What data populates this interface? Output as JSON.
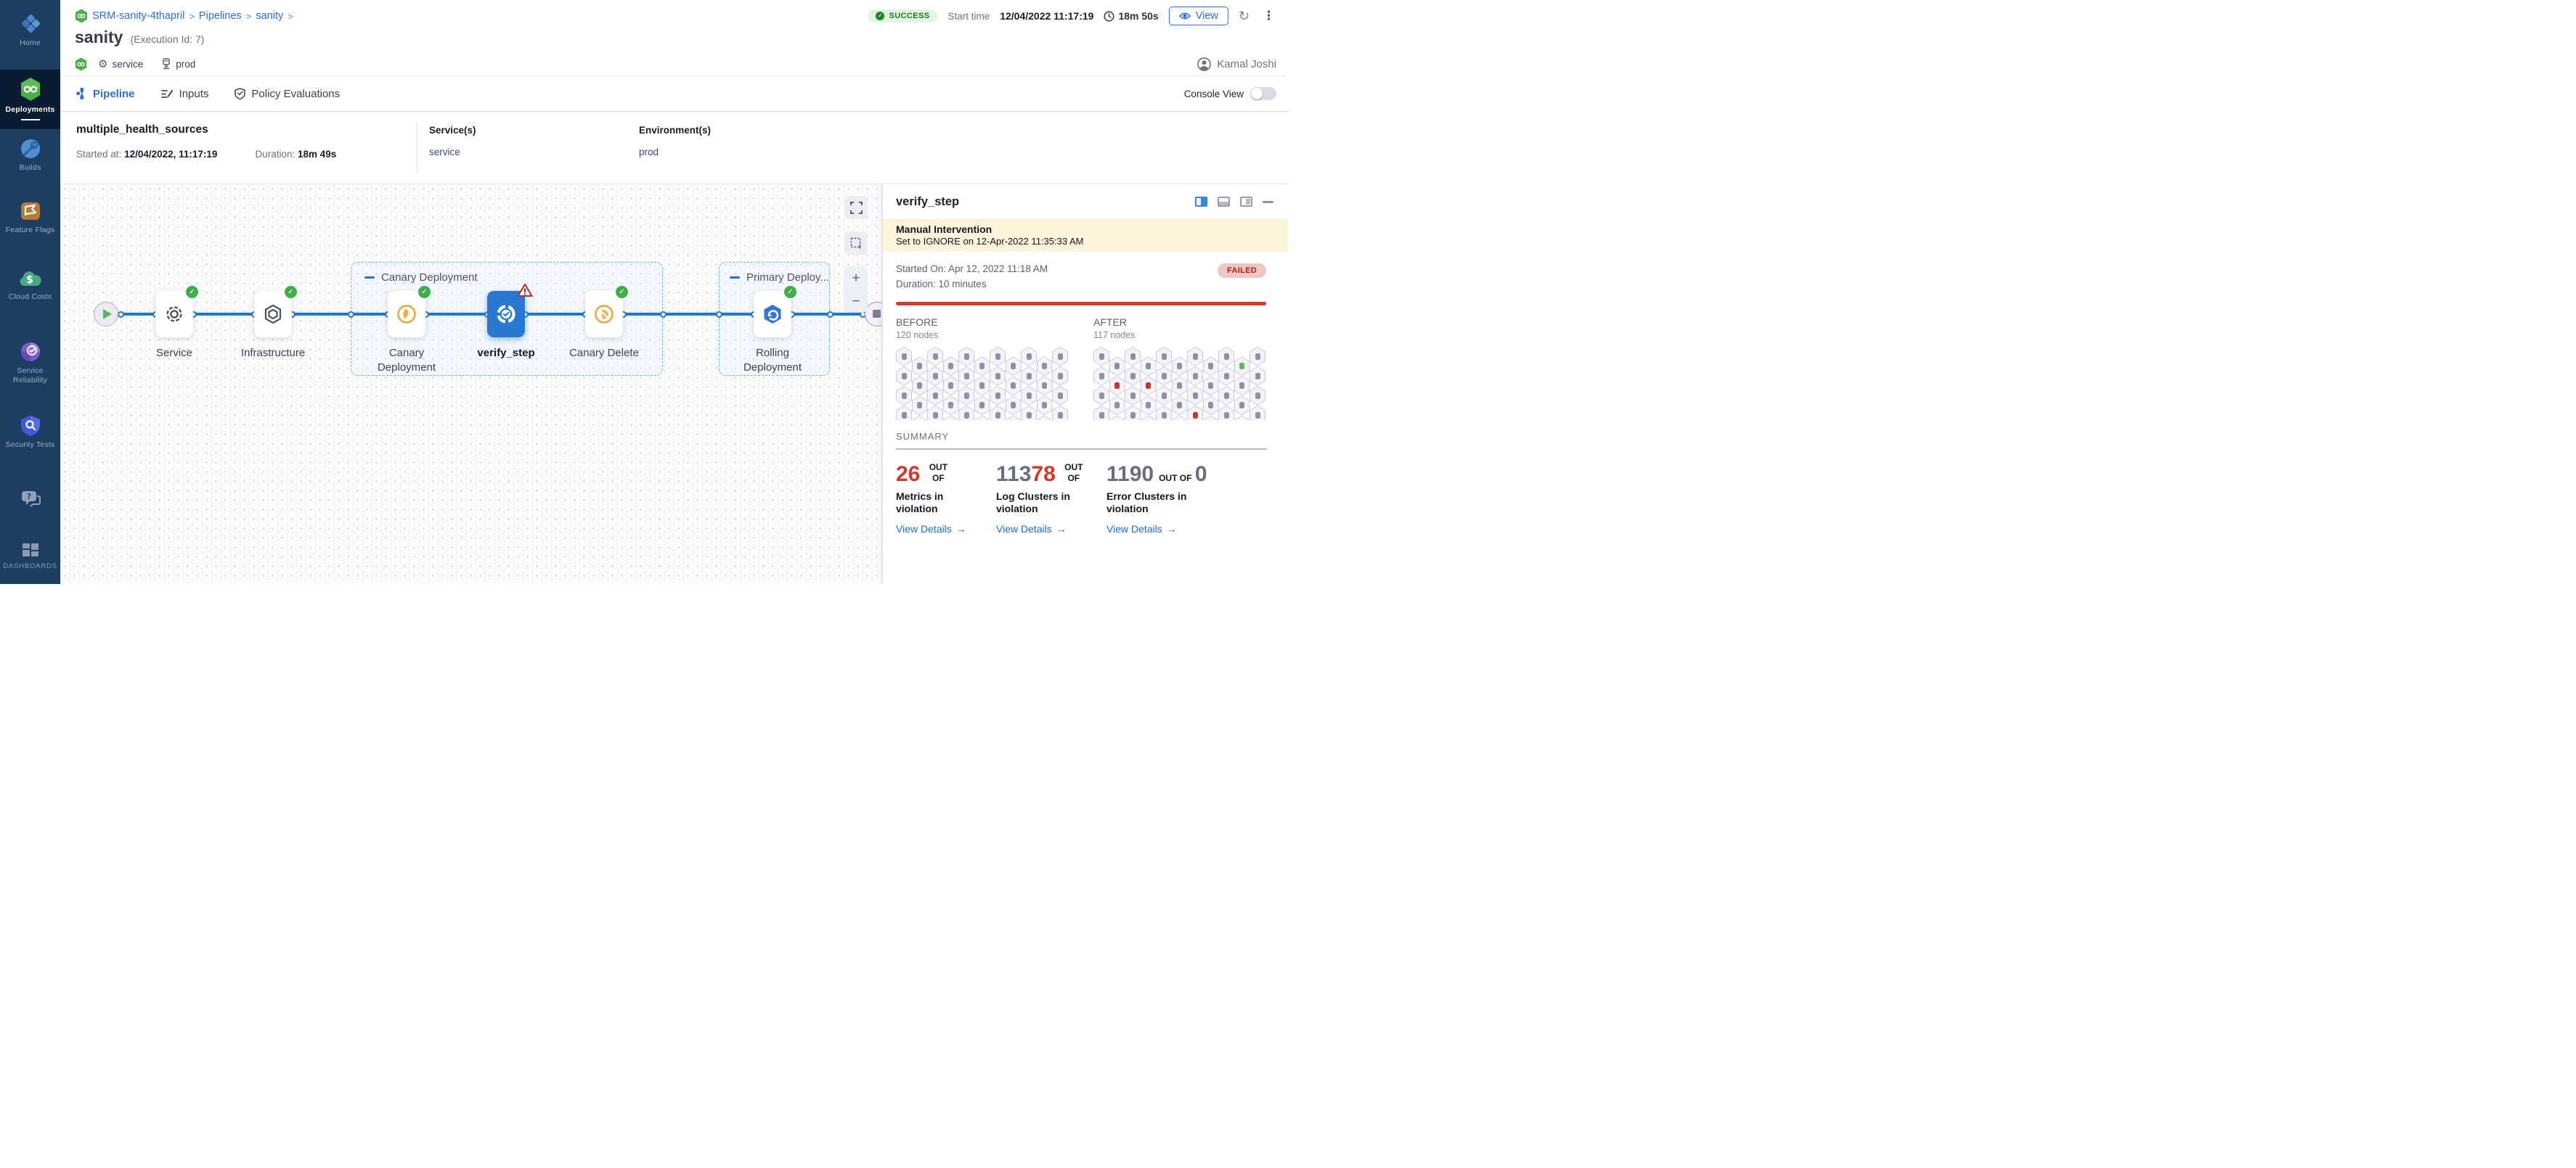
{
  "sidebar": {
    "items": [
      {
        "label": "Home"
      },
      {
        "label": "Deployments"
      },
      {
        "label": "Builds"
      },
      {
        "label": "Feature Flags"
      },
      {
        "label": "Cloud Costs"
      },
      {
        "label": "Service Reliability"
      },
      {
        "label": "Security Tests"
      },
      {
        "label": "DASHBOARDS"
      }
    ]
  },
  "header": {
    "breadcrumb": {
      "project": "SRM-sanity-4thapril",
      "pipelines": "Pipelines",
      "pipeline": "sanity",
      "sep": ">"
    },
    "title": "sanity",
    "execution_id": "(Execution Id: 7)",
    "status": "SUCCESS",
    "start_time_label": "Start time",
    "start_time": "12/04/2022 11:17:19",
    "duration": "18m 50s",
    "view_button": "View",
    "tags": {
      "service": "service",
      "environment": "prod"
    },
    "user": "Kamal Joshi"
  },
  "tabs": {
    "pipeline": "Pipeline",
    "inputs": "Inputs",
    "policy": "Policy Evaluations",
    "console_view": "Console View"
  },
  "stage_info": {
    "name": "multiple_health_sources",
    "started_label": "Started at:",
    "started": "12/04/2022, 11:17:19",
    "duration_label": "Duration:",
    "duration": "18m 49s",
    "services_label": "Service(s)",
    "service": "service",
    "environments_label": "Environment(s)",
    "environment": "prod"
  },
  "graph": {
    "groups": [
      {
        "label": "Canary Deployment"
      },
      {
        "label": "Primary Deploy..."
      }
    ],
    "nodes": [
      {
        "label": "Service"
      },
      {
        "label": "Infrastructure"
      },
      {
        "label": "Canary Deployment"
      },
      {
        "label": "verify_step"
      },
      {
        "label": "Canary Delete"
      },
      {
        "label": "Rolling Deployment"
      }
    ],
    "zoom_in": "+",
    "zoom_out": "−"
  },
  "panel": {
    "title": "verify_step",
    "banner": {
      "title": "Manual Intervention",
      "subtitle": "Set to IGNORE on 12-Apr-2022 11:35:33 AM"
    },
    "started": "Started On: Apr 12, 2022 11:18 AM",
    "duration": "Duration: 10 minutes",
    "status": "FAILED",
    "before": {
      "label": "BEFORE",
      "nodes": "120 nodes"
    },
    "after": {
      "label": "AFTER",
      "nodes": "117 nodes"
    },
    "hexgrid": {
      "columns": 11,
      "rows": 5,
      "after_red": [
        [
          1,
          1
        ],
        [
          3,
          1
        ],
        [
          6,
          3
        ]
      ],
      "after_green": [
        [
          9,
          0
        ]
      ]
    },
    "summary_label": "SUMMARY",
    "stats": [
      {
        "prefix_gray": "",
        "red": "26",
        "out_of": "OUT OF",
        "suffix_gray": "",
        "label": "Metrics in violation",
        "link": "View Details"
      },
      {
        "prefix_gray": "113",
        "red": "78",
        "out_of": "OUT OF",
        "suffix_gray": "",
        "label": "Log Clusters in violation",
        "link": "View Details"
      },
      {
        "prefix_gray": "1190",
        "red": "",
        "out_of": "OUT OF",
        "suffix_gray": "0",
        "label": "Error Clusters in violation",
        "link": "View Details"
      }
    ]
  },
  "icons": {
    "check": "✓",
    "arrow_right": "→",
    "kebab": "⋮",
    "refresh": "↻",
    "gear": "⚙",
    "warning": "!"
  }
}
